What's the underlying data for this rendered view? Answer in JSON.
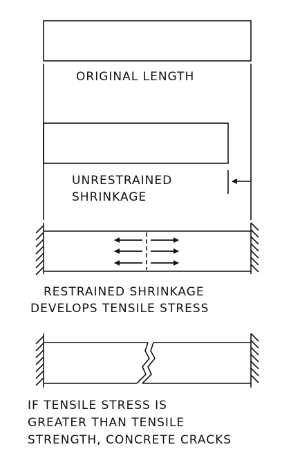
{
  "panels": {
    "original": {
      "label": "ORIGINAL LENGTH"
    },
    "unrestrained": {
      "label_lines": [
        "UNRESTRAINED",
        "SHRINKAGE"
      ]
    },
    "restrained": {
      "label_lines": [
        "RESTRAINED SHRINKAGE",
        "DEVELOPS TENSILE STRESS"
      ]
    },
    "cracked": {
      "label_lines": [
        "IF TENSILE STRESS IS",
        "GREATER THAN TENSILE",
        "STRENGTH, CONCRETE CRACKS"
      ]
    }
  },
  "colors": {
    "ink": "#111111",
    "paper": "#ffffff"
  }
}
